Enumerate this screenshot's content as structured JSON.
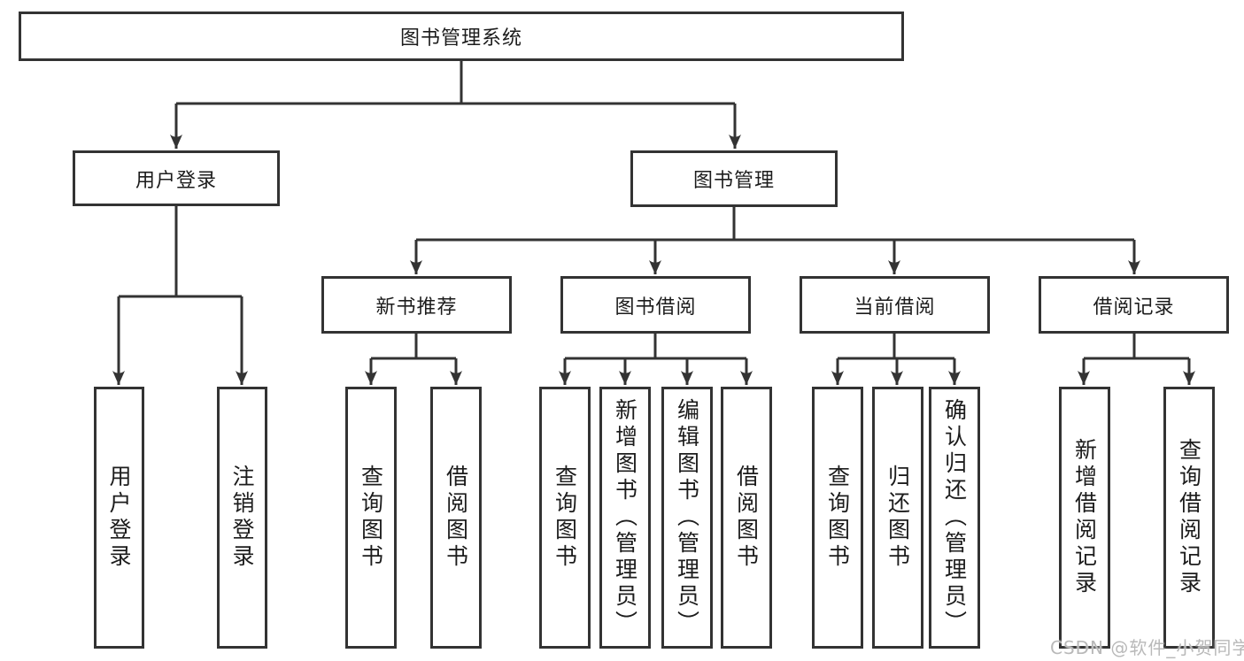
{
  "diagram": {
    "root_label": "图书管理系统",
    "level2": [
      {
        "label": "用户登录",
        "children": [
          {
            "label": "用户登录"
          },
          {
            "label": "注销登录"
          }
        ]
      },
      {
        "label": "图书管理"
      }
    ],
    "level3": [
      {
        "label": "新书推荐",
        "children": [
          {
            "label": "查询图书"
          },
          {
            "label": "借阅图书"
          }
        ]
      },
      {
        "label": "图书借阅",
        "children": [
          {
            "label": "查询图书"
          },
          {
            "label": "新增图书（管理员）"
          },
          {
            "label": "编辑图书（管理员）"
          },
          {
            "label": "借阅图书"
          }
        ]
      },
      {
        "label": "当前借阅",
        "children": [
          {
            "label": "查询图书"
          },
          {
            "label": "归还图书"
          },
          {
            "label": "确认归还（管理员）"
          }
        ]
      },
      {
        "label": "借阅记录",
        "children": [
          {
            "label": "新增借阅记录"
          },
          {
            "label": "查询借阅记录"
          }
        ]
      }
    ]
  },
  "watermark": {
    "text": "CSDN @软件_小贺同学"
  },
  "colors": {
    "line": "#333333",
    "box_border": "#333333",
    "text": "#1c1c1c",
    "watermark": "#b9b9b9",
    "background": "#ffffff"
  }
}
